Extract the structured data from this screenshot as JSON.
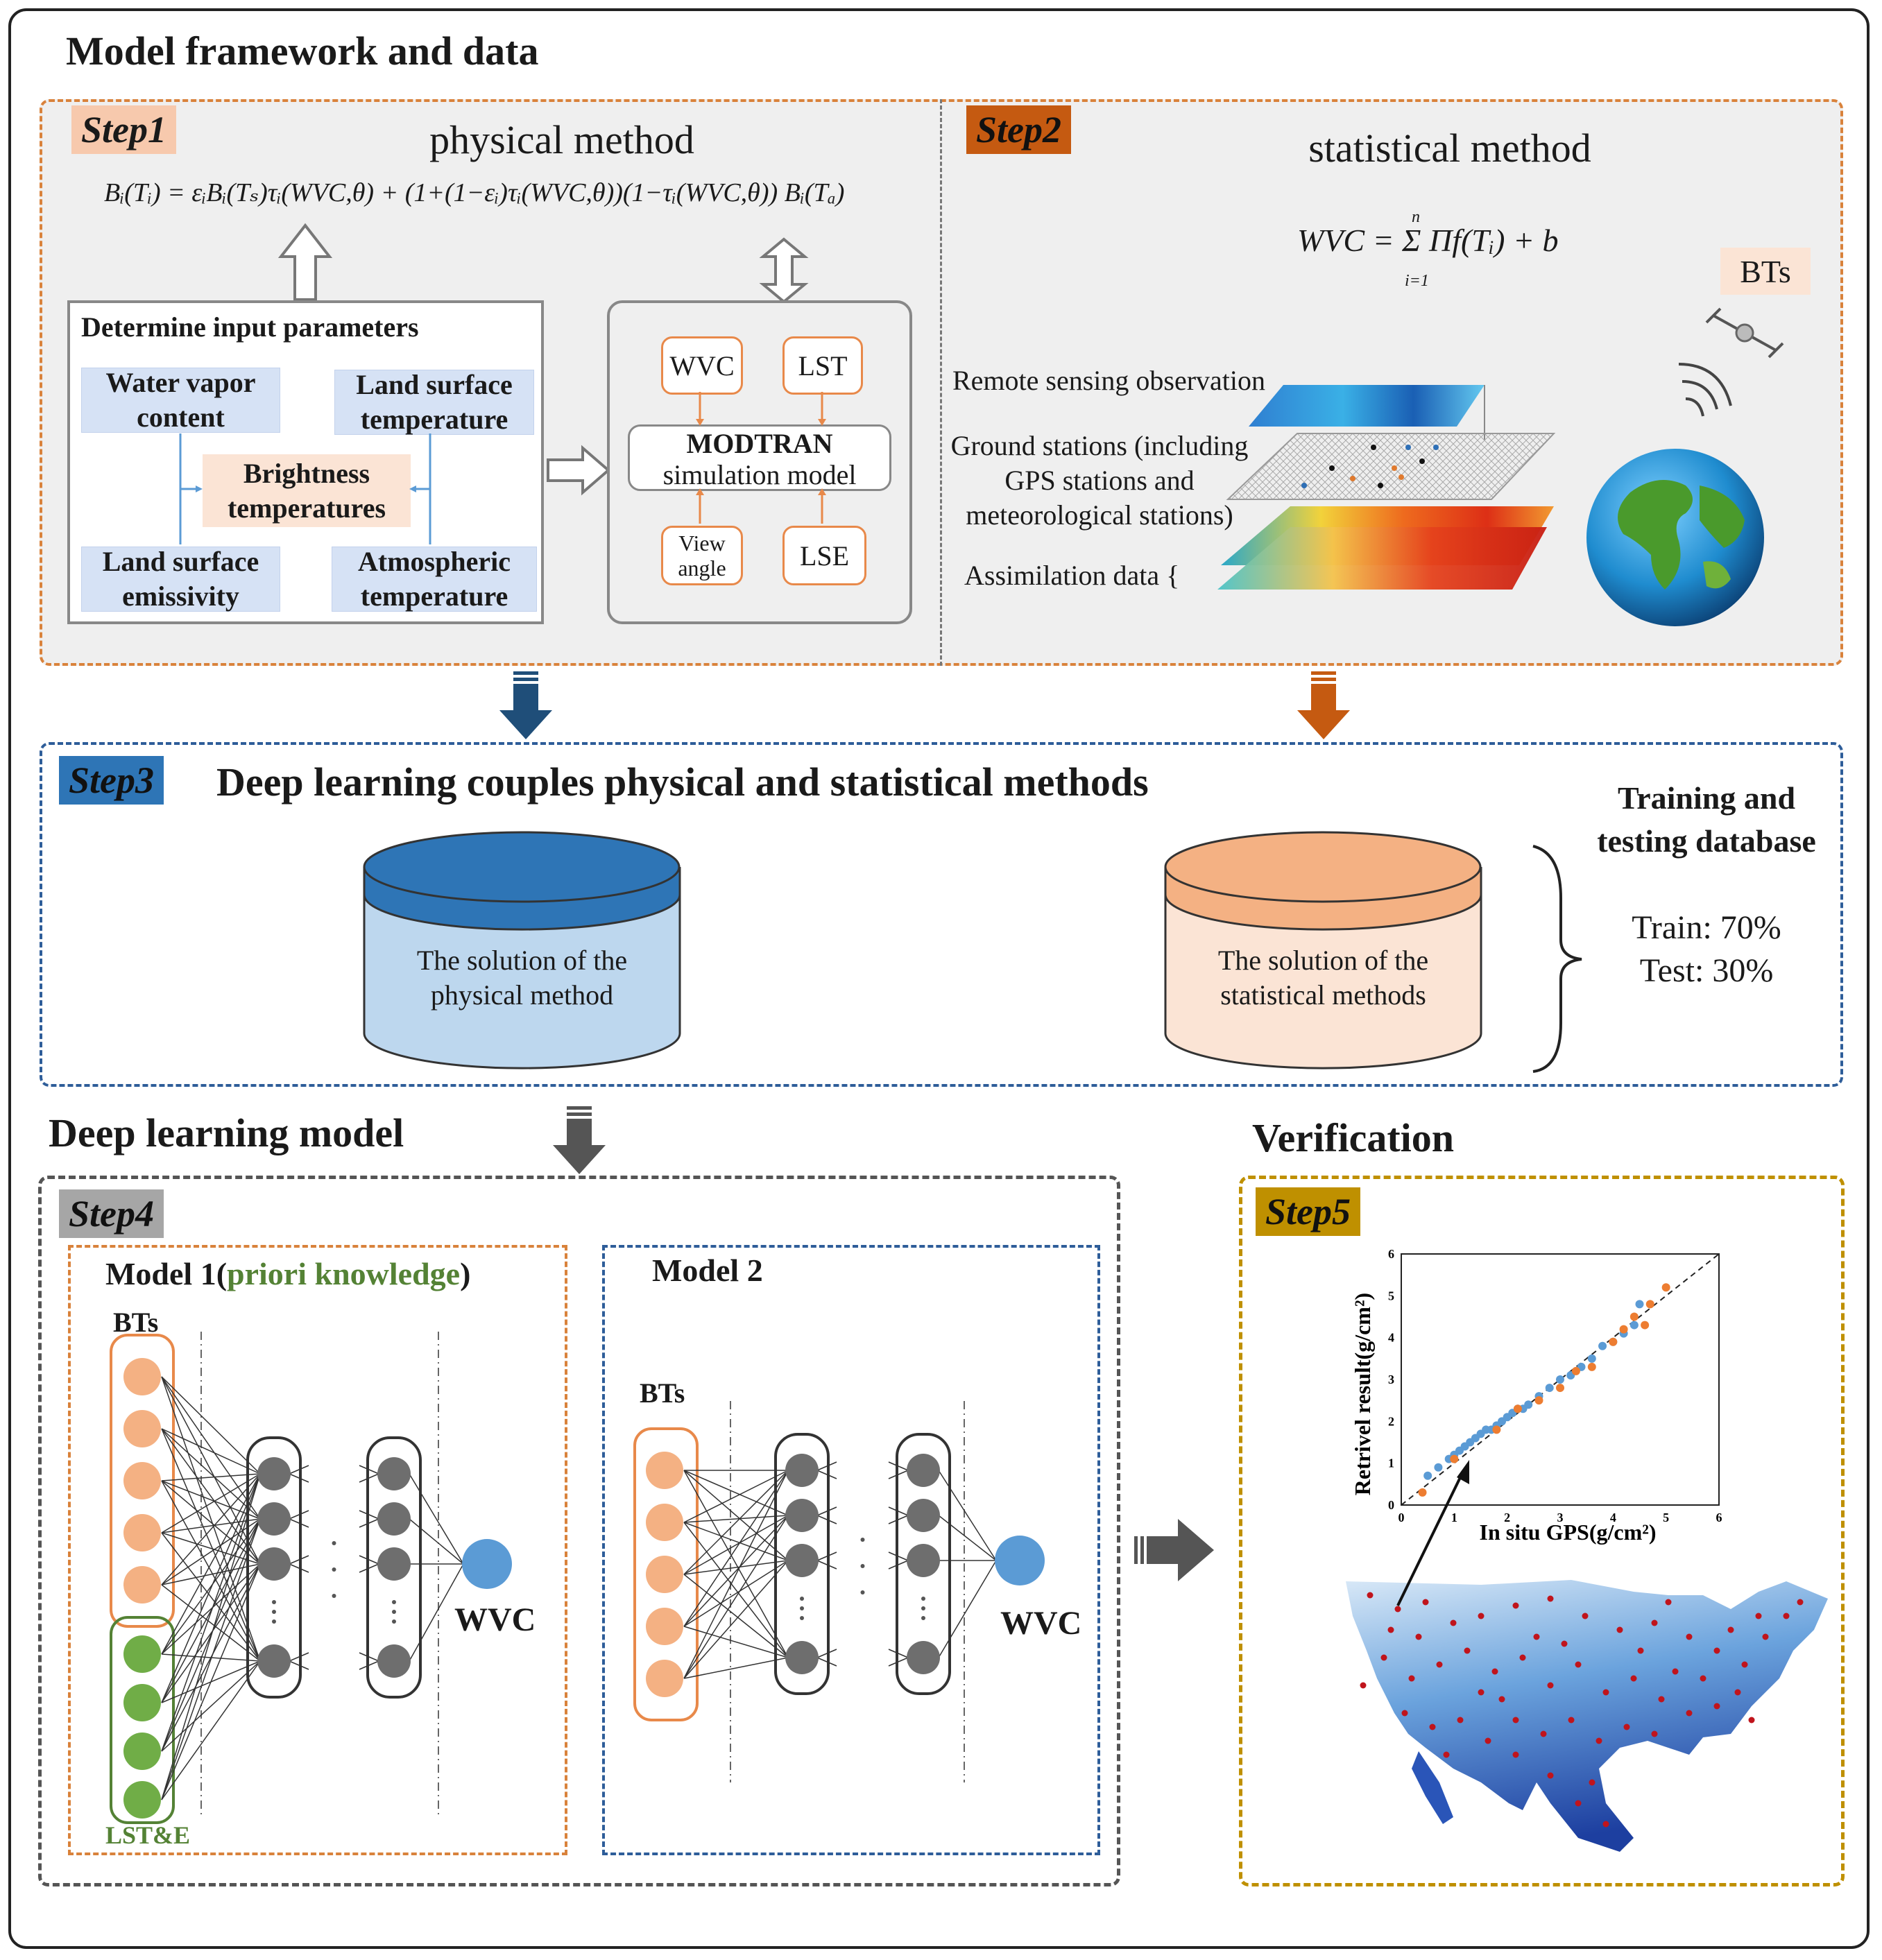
{
  "title": "Model framework and data",
  "step1": {
    "tag": "Step1",
    "title": "physical method",
    "equation": "Bᵢ(Tᵢ) = εᵢBᵢ(Tₛ)τᵢ(WVC,θ) + (1+(1−εᵢ)τᵢ(WVC,θ))(1−τᵢ(WVC,θ)) Bᵢ(Tₐ)",
    "params_title": "Determine input parameters",
    "params": {
      "wvc": "Water vapor content",
      "lst": "Land surface temperature",
      "bt": "Brightness temperatures",
      "lse": "Land surface emissivity",
      "atm": "Atmospheric temperature"
    },
    "modtran": {
      "wvc": "WVC",
      "lst": "LST",
      "model_name": "MODTRAN",
      "model_sub": "simulation model",
      "view_angle": "View angle",
      "lse": "LSE"
    }
  },
  "step2": {
    "tag": "Step2",
    "title": "statistical method",
    "equation": "WVC = Σ Πf(Tᵢ) + b",
    "sum_top": "n",
    "sum_bottom": "i=1",
    "bts": "BTs",
    "rs_obs": "Remote sensing observation",
    "ground_stations": "Ground stations (including GPS stations and meteorological stations)",
    "assimilation": "Assimilation data {"
  },
  "step3": {
    "tag": "Step3",
    "title": "Deep learning couples physical and statistical methods",
    "physical_db": "The solution of the physical method",
    "statistical_db": "The solution of the statistical methods",
    "database_title": "Training and testing database",
    "train": "Train: 70%",
    "test": "Test: 30%"
  },
  "step4": {
    "section_title": "Deep learning model",
    "tag": "Step4",
    "model1_prefix": "Model 1(",
    "model1_green": "priori knowledge",
    "model1_suffix": ")",
    "model2": "Model 2",
    "bts": "BTs",
    "lste": "LST&E",
    "wvc": "WVC"
  },
  "step5": {
    "section_title": "Verification",
    "tag": "Step5",
    "ylabel": "Retrivel result(g/cm²)",
    "xlabel": "In situ GPS(g/cm²)"
  },
  "chart_data": {
    "type": "scatter",
    "title": "",
    "xlabel": "In situ GPS(g/cm²)",
    "ylabel": "Retrivel result(g/cm²)",
    "xlim": [
      0,
      6
    ],
    "ylim": [
      0,
      6
    ],
    "x_ticks": [
      "0",
      "1",
      "2",
      "3",
      "4",
      "5",
      "6"
    ],
    "y_ticks": [
      "0",
      "1",
      "2",
      "3",
      "4",
      "5",
      "6"
    ],
    "reference_line": "1:1 dashed",
    "series": [
      {
        "color": "#5b9bd5",
        "x": [
          0.5,
          0.7,
          0.9,
          1.0,
          1.1,
          1.2,
          1.3,
          1.4,
          1.5,
          1.6,
          1.7,
          1.8,
          1.9,
          2.0,
          2.1,
          2.2,
          2.3,
          2.4,
          2.6,
          2.8,
          3.0,
          3.2,
          3.4,
          3.6,
          3.8,
          4.0,
          4.2,
          4.4,
          4.5
        ],
        "y": [
          0.7,
          0.9,
          1.1,
          1.2,
          1.3,
          1.4,
          1.5,
          1.6,
          1.7,
          1.8,
          1.8,
          1.9,
          2.0,
          2.1,
          2.2,
          2.3,
          2.3,
          2.4,
          2.6,
          2.8,
          3.0,
          3.1,
          3.3,
          3.5,
          3.8,
          3.9,
          4.1,
          4.3,
          4.8
        ]
      },
      {
        "color": "#ed7d31",
        "x": [
          0.4,
          1.0,
          1.8,
          2.2,
          2.6,
          3.0,
          3.3,
          3.6,
          4.0,
          4.2,
          4.4,
          4.6,
          4.7,
          5.0
        ],
        "y": [
          0.3,
          1.1,
          1.8,
          2.3,
          2.5,
          2.8,
          3.2,
          3.3,
          3.9,
          4.2,
          4.5,
          4.3,
          4.8,
          5.2
        ]
      }
    ]
  },
  "colors": {
    "orange_border": "#d9823b",
    "step1_tag": "#f7c9ad",
    "step2_tag": "#c55a11",
    "step3_tag": "#2e75b6",
    "step4_tag": "#a6a6a6",
    "step5_tag": "#bf9000",
    "blue_arrow": "#1f4e79",
    "orange_arrow": "#c55a11",
    "grey_arrow": "#555555",
    "green": "#548235",
    "node_orange": "#f4b183",
    "node_green": "#70ad47",
    "wvc_node": "#5b9bd5"
  },
  "icons": [
    "satellite-icon",
    "globe-icon",
    "arrow-icon",
    "database-icon"
  ]
}
